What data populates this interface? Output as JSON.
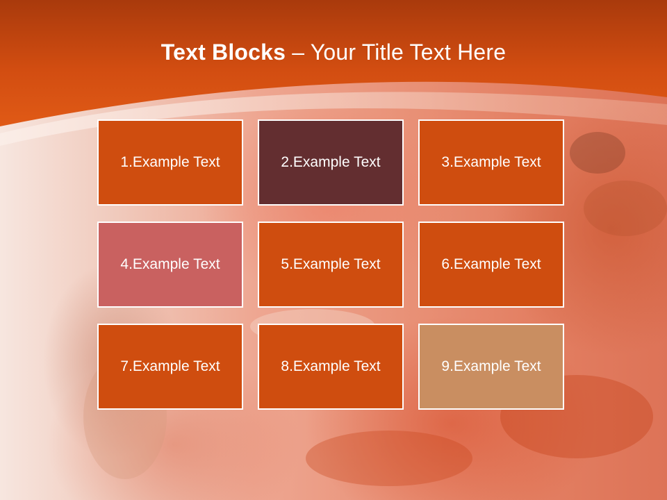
{
  "slide": {
    "title_bold": "Text Blocks",
    "title_dash": " – ",
    "title_rest": "Your Title Text Here"
  },
  "colors": {
    "header": "#d04a10",
    "block_default": "#cf4d0f",
    "block_dark": "#632e30",
    "block_pink": "#c96160",
    "block_tan": "#c98e61"
  },
  "blocks": [
    {
      "label": "1.Example Text",
      "color": "#cf4d0f"
    },
    {
      "label": "2.Example Text",
      "color": "#632e30"
    },
    {
      "label": "3.Example Text",
      "color": "#cf4d0f"
    },
    {
      "label": "4.Example Text",
      "color": "#c96160"
    },
    {
      "label": "5.Example Text",
      "color": "#cf4d0f"
    },
    {
      "label": "6.Example Text",
      "color": "#cf4d0f"
    },
    {
      "label": "7.Example Text",
      "color": "#cf4d0f"
    },
    {
      "label": "8.Example Text",
      "color": "#cf4d0f"
    },
    {
      "label": "9.Example Text",
      "color": "#c98e61"
    }
  ]
}
